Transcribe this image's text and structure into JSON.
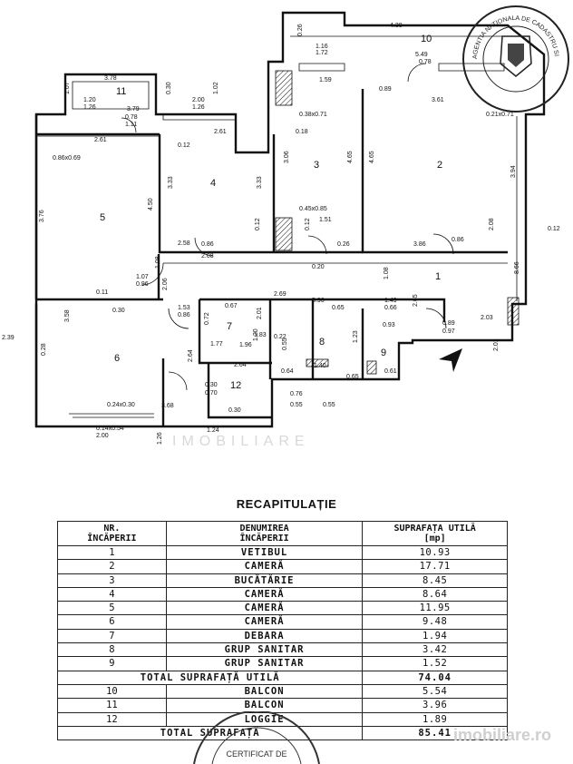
{
  "plan": {
    "room_numbers": [
      "1",
      "2",
      "3",
      "4",
      "5",
      "6",
      "7",
      "8",
      "9",
      "10",
      "11",
      "12"
    ],
    "dims": [
      "4.38",
      "5.49",
      "1.16",
      "1.72",
      "0.26",
      "0.78",
      "1.59",
      "0.89",
      "3.61",
      "0.21x0.71",
      "0.38x0.71",
      "3.78",
      "1.07",
      "1.20",
      "1.26",
      "0.30",
      "3.79",
      "2.00",
      "1.26",
      "1.02",
      "0.78",
      "1.11",
      "2.61",
      "0.12",
      "2.61",
      "0.18",
      "0.86x0.69",
      "3.06",
      "4.65",
      "4.65",
      "3.94",
      "3.33",
      "3.33",
      "3.76",
      "4.50",
      "0.45x0.85",
      "1.51",
      "2.58",
      "0.86",
      "2.08",
      "0.12",
      "0.12",
      "0.26",
      "1.08",
      "3.86",
      "0.86",
      "2.08",
      "0.12",
      "0.20",
      "8.66",
      "1.07",
      "0.96",
      "2.06",
      "1.08",
      "0.11",
      "2.69",
      "5.96",
      "0.65",
      "1.49",
      "0.66",
      "2.65",
      "0.67",
      "1.53",
      "0.86",
      "2.01",
      "0.93",
      "0.89",
      "0.97",
      "2.03",
      "2.39",
      "0.30",
      "3.58",
      "0.72",
      "1.20",
      "1.83",
      "0.22",
      "0.55",
      "1.23",
      "1.96",
      "0.28",
      "2.64",
      "1.77",
      "2.64",
      "1.40",
      "0.61",
      "0.64",
      "0.65",
      "0.76",
      "0.55",
      "0.55",
      "0.24x0.30",
      "3.68",
      "0.30",
      "1.24",
      "0.14x0.54",
      "2.00",
      "1.26",
      "0.30",
      "0.70",
      "2.01",
      "1.10"
    ],
    "watermark": "IMOBILIARE"
  },
  "stamp_top_text": "AGENTIA NATIONALA DE CADASTRU SI PUBLICITATE IMOBILIARA",
  "recap": {
    "title": "RECAPITULAȚIE",
    "headers": [
      [
        "NR.",
        "ÎNCĂPERII"
      ],
      [
        "DENUMIREA",
        "ÎNCĂPERII"
      ],
      [
        "SUPRAFAȚA UTILĂ",
        "[mp]"
      ]
    ],
    "rows": [
      {
        "nr": "1",
        "name": "VETIBUL",
        "area": "10.93"
      },
      {
        "nr": "2",
        "name": "CAMERĂ",
        "area": "17.71"
      },
      {
        "nr": "3",
        "name": "BUCĂTĂRIE",
        "area": "8.45"
      },
      {
        "nr": "4",
        "name": "CAMERĂ",
        "area": "8.64"
      },
      {
        "nr": "5",
        "name": "CAMERĂ",
        "area": "11.95"
      },
      {
        "nr": "6",
        "name": "CAMERĂ",
        "area": "9.48"
      },
      {
        "nr": "7",
        "name": "DEBARA",
        "area": "1.94"
      },
      {
        "nr": "8",
        "name": "GRUP SANITAR",
        "area": "3.42"
      },
      {
        "nr": "9",
        "name": "GRUP SANITAR",
        "area": "1.52"
      }
    ],
    "subtotal": {
      "label": "TOTAL SUPRAFAȚĂ UTILĂ",
      "area": "74.04"
    },
    "rows2": [
      {
        "nr": "10",
        "name": "BALCON",
        "area": "5.54"
      },
      {
        "nr": "11",
        "name": "BALCON",
        "area": "3.96"
      },
      {
        "nr": "12",
        "name": "LOGGIE",
        "area": "1.89"
      }
    ],
    "total": {
      "label": "TOTAL SUPRAFAȚĂ",
      "area": "85.41"
    }
  },
  "stamp_bottom_text": "CERTIFICAT DE",
  "brand": "imobiliare.ro"
}
